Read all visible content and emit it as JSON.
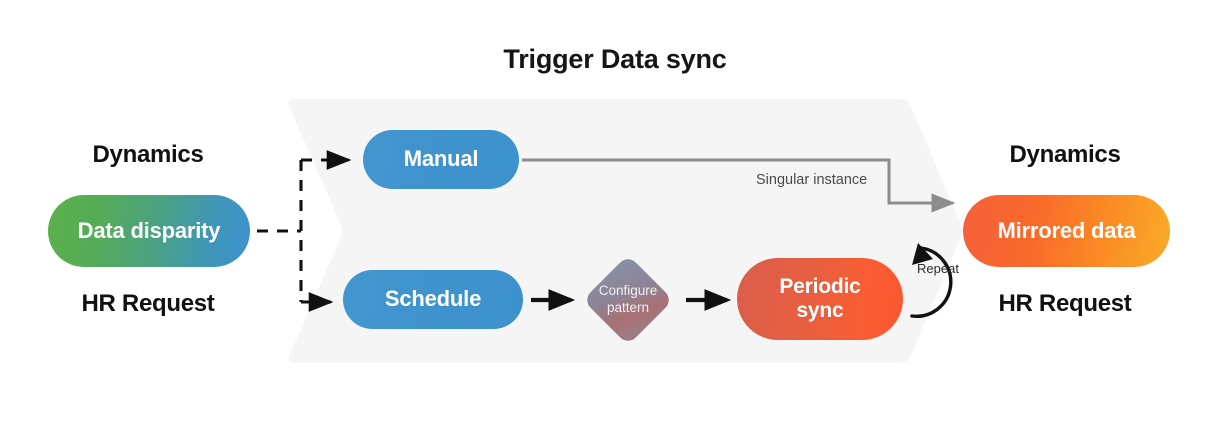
{
  "diagram": {
    "title": "Trigger Data sync",
    "background": "#ffffff",
    "banner_color": "#f5f5f5"
  },
  "left_group": {
    "top_label": "Dynamics",
    "pill_label": "Data disparity",
    "bottom_label": "HR Request",
    "gradient_from": "#5cb04a",
    "gradient_to": "#3d92cd"
  },
  "right_group": {
    "top_label": "Dynamics",
    "pill_label": "Mirrored data",
    "bottom_label": "HR Request",
    "gradient_from": "#f4603a",
    "gradient_to": "#f9ab29"
  },
  "nodes": {
    "manual": {
      "label": "Manual",
      "color": "#3d92cd"
    },
    "schedule": {
      "label": "Schedule",
      "color": "#3d92cd"
    },
    "configure": {
      "label_line1": "Configure",
      "label_line2": "pattern",
      "color": "#8d7f8c"
    },
    "periodic": {
      "label_line1": "Periodic",
      "label_line2": "sync",
      "color": "#fb5630"
    }
  },
  "connectors": {
    "singular_instance_label": "Singular instance",
    "repeat_label": "Repeat",
    "singular_color": "#8c8c8c",
    "arrow_color": "#111111"
  }
}
